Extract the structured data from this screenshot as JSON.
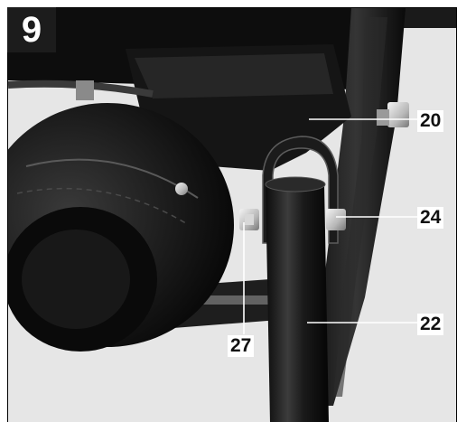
{
  "figure": {
    "number": "9"
  },
  "callouts": [
    {
      "id": "20",
      "label": "20"
    },
    {
      "id": "24",
      "label": "24"
    },
    {
      "id": "22",
      "label": "22"
    },
    {
      "id": "27",
      "label": "27"
    }
  ]
}
